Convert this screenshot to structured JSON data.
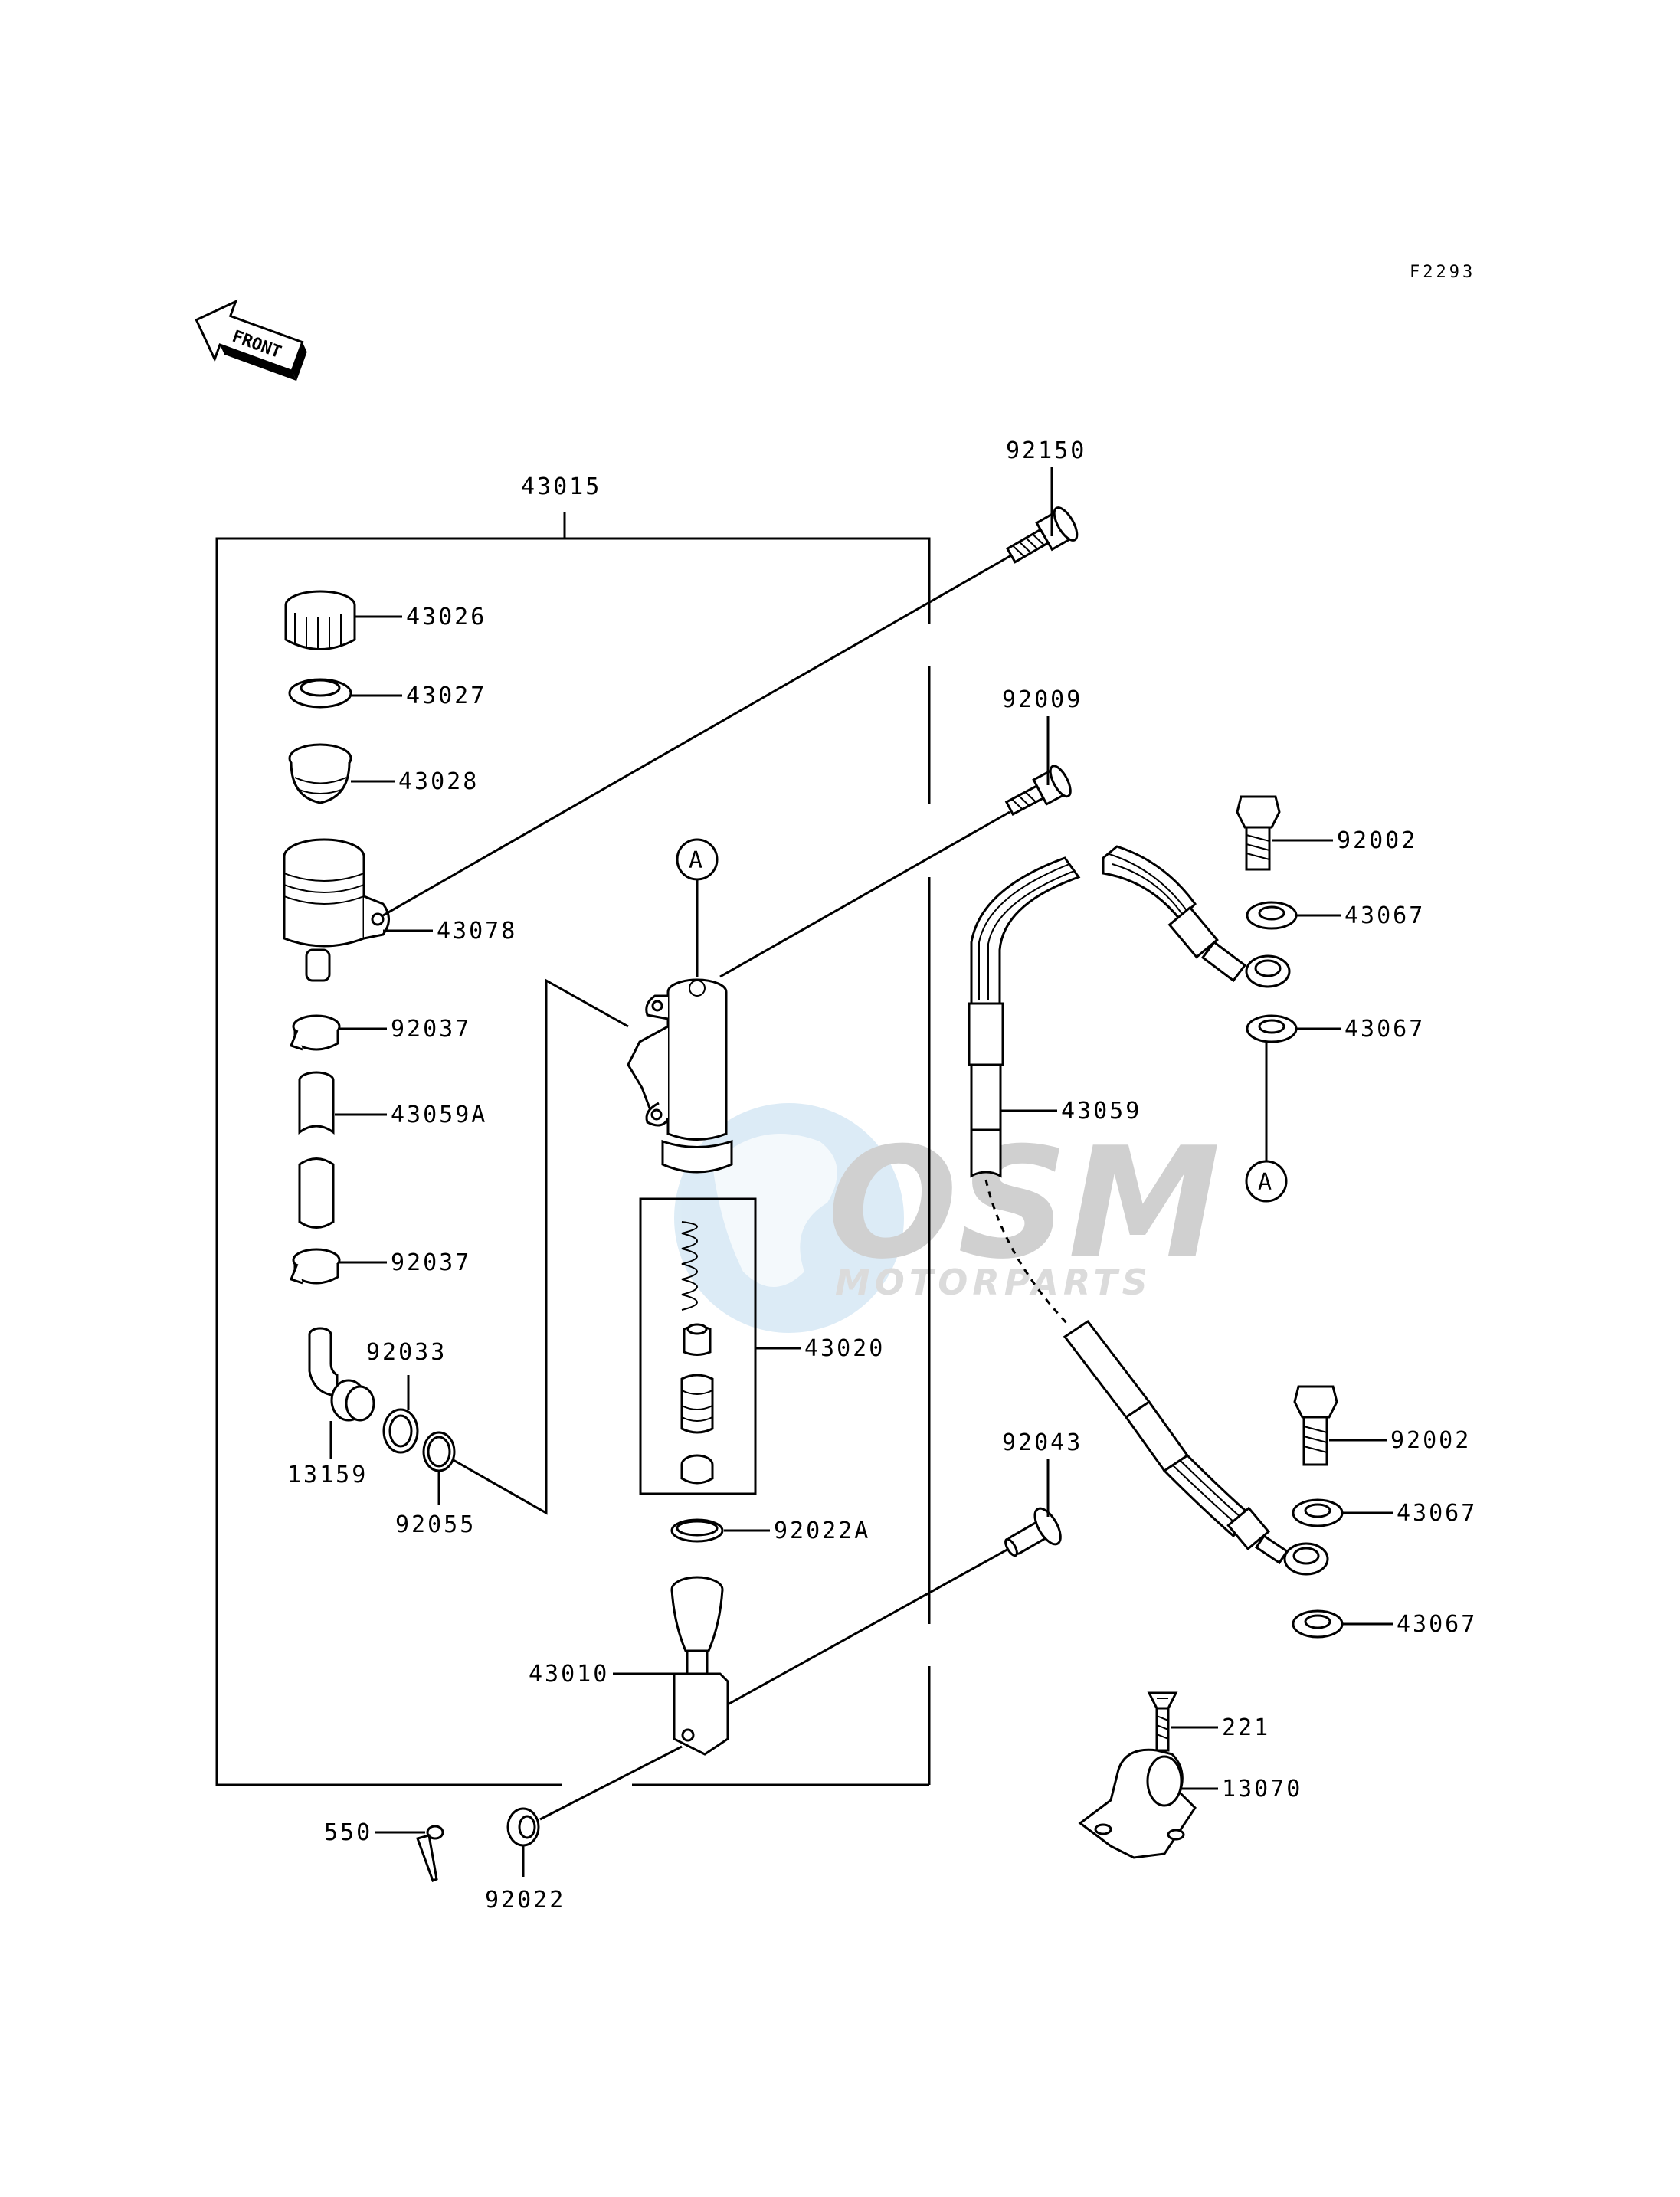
{
  "diagram": {
    "code": "F2293",
    "front_label": "FRONT",
    "ref_marker": "A"
  },
  "watermark": {
    "main": "OSM",
    "sub": "MOTORPARTS"
  },
  "parts": {
    "p43015": "43015",
    "p43026": "43026",
    "p43027": "43027",
    "p43028": "43028",
    "p43078": "43078",
    "p92037a": "92037",
    "p43059A": "43059A",
    "p92037b": "92037",
    "p92033": "92033",
    "p13159": "13159",
    "p92055": "92055",
    "p92150": "92150",
    "p92009": "92009",
    "p43020": "43020",
    "p92022A": "92022A",
    "p43010": "43010",
    "p550": "550",
    "p92022": "92022",
    "p92043": "92043",
    "p92002a": "92002",
    "p43067a": "43067",
    "p43067b": "43067",
    "p43059": "43059",
    "p92002b": "92002",
    "p43067c": "43067",
    "p43067d": "43067",
    "p221": "221",
    "p13070": "13070"
  }
}
